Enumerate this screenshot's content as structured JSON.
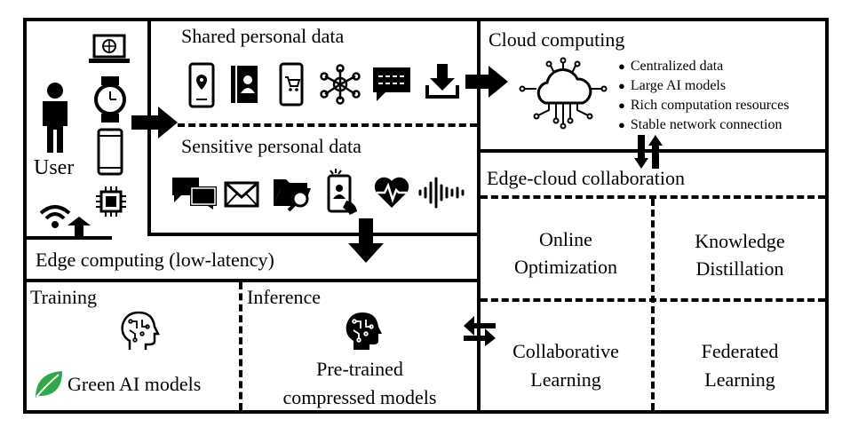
{
  "user": {
    "label": "User"
  },
  "shared": {
    "title": "Shared personal data",
    "icons": [
      "phone-location-icon",
      "contact-book-icon",
      "phone-cart-icon",
      "network-nodes-icon",
      "chat-message-icon",
      "download-icon"
    ]
  },
  "sensitive": {
    "title": "Sensitive personal data",
    "icons": [
      "chat-bubbles-icon",
      "mail-icon",
      "folder-search-icon",
      "phone-face-icon",
      "heartbeat-icon",
      "audio-wave-icon"
    ]
  },
  "cloud": {
    "title": "Cloud computing",
    "bullets": [
      "Centralized data",
      "Large AI models",
      "Rich computation resources",
      "Stable network connection"
    ]
  },
  "edge_cloud": {
    "title": "Edge-cloud collaboration",
    "cells": {
      "online_1": "Online",
      "online_2": "Optimization",
      "kd_1": "Knowledge",
      "kd_2": "Distillation",
      "cl_1": "Collaborative",
      "cl_2": "Learning",
      "fl_1": "Federated",
      "fl_2": "Learning"
    }
  },
  "edge": {
    "title": "Edge computing (low-latency)",
    "training": "Training",
    "training_model": "Green AI models",
    "inference": "Inference",
    "inference_1": "Pre-trained",
    "inference_2": "compressed models"
  }
}
